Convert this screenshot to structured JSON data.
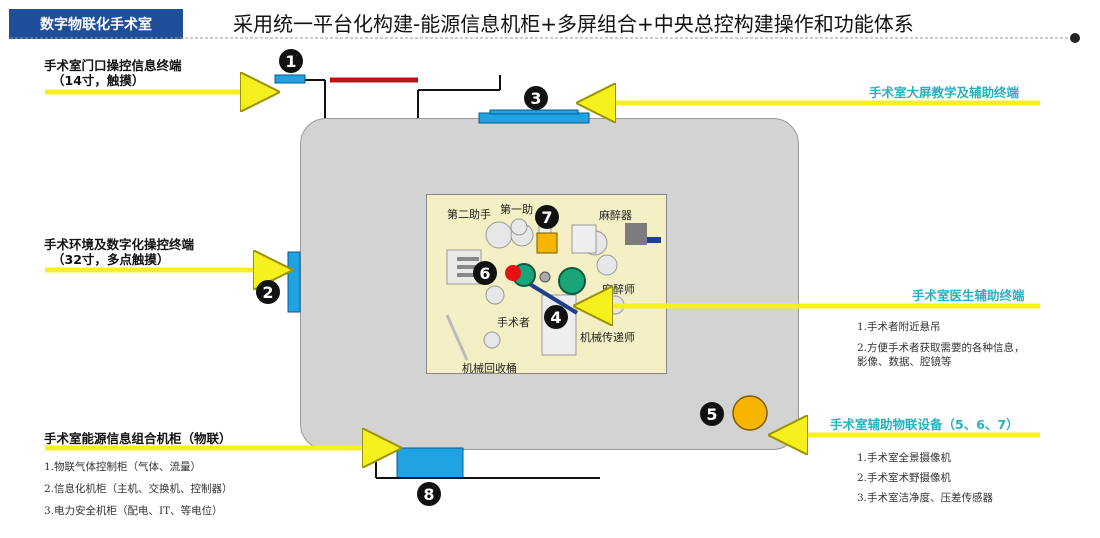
{
  "header": {
    "badge": "数字物联化手术室",
    "title": "采用统一平台化构建-能源信息机柜+多屏组合+中央总控构建操作和功能体系"
  },
  "labels": {
    "door_terminal_l1": "手术室门口操控信息终端",
    "door_terminal_l2": "（14寸，触摸）",
    "env_terminal_l1": "手术环境及数字化操控终端",
    "env_terminal_l2": "（32寸，多点触摸）",
    "cabinet": "手术室能源信息组合机柜（物联）",
    "teaching_terminal": "手术室大屏教学及辅助终端",
    "doctor_terminal": "手术室医生辅助终端",
    "iot_devices": "手术室辅助物联设备（5、6、7）"
  },
  "notes": {
    "cabinet": [
      "1.物联气体控制柜（气体、流量）",
      "2.信息化机柜（主机、交换机、控制器）",
      "3.电力安全机柜（配电、IT、等电位）"
    ],
    "doctor": [
      "1.手术者附近悬吊",
      "2.方便手术者获取需要的各种信息，",
      "影像、数据、腔镜等"
    ],
    "iot": [
      "1.手术室全景摄像机",
      "2.手术室术野摄像机",
      "3.手术室洁净度、压差传感器"
    ]
  },
  "markers": [
    "1",
    "2",
    "3",
    "4",
    "5",
    "6",
    "7",
    "8"
  ],
  "floorplan_text": {
    "second_assistant": "第二助手",
    "first_assistant": "第一助",
    "anesthesia_device": "麻醉器",
    "anesthesiologist": "麻醉师",
    "surgeon": "手术者",
    "instrument_nurse": "机械传递师",
    "recovery": "机械回收桶"
  },
  "colors": {
    "header_blue": "#1f4e9b",
    "arrow_yellow": "#f5f01e",
    "screen_blue": "#1fa3e3",
    "cabinet_red": "#c0141c",
    "marker_orange": "#f7b500",
    "marker_red": "#e81010",
    "cyan_text": "#2ab0c0"
  }
}
